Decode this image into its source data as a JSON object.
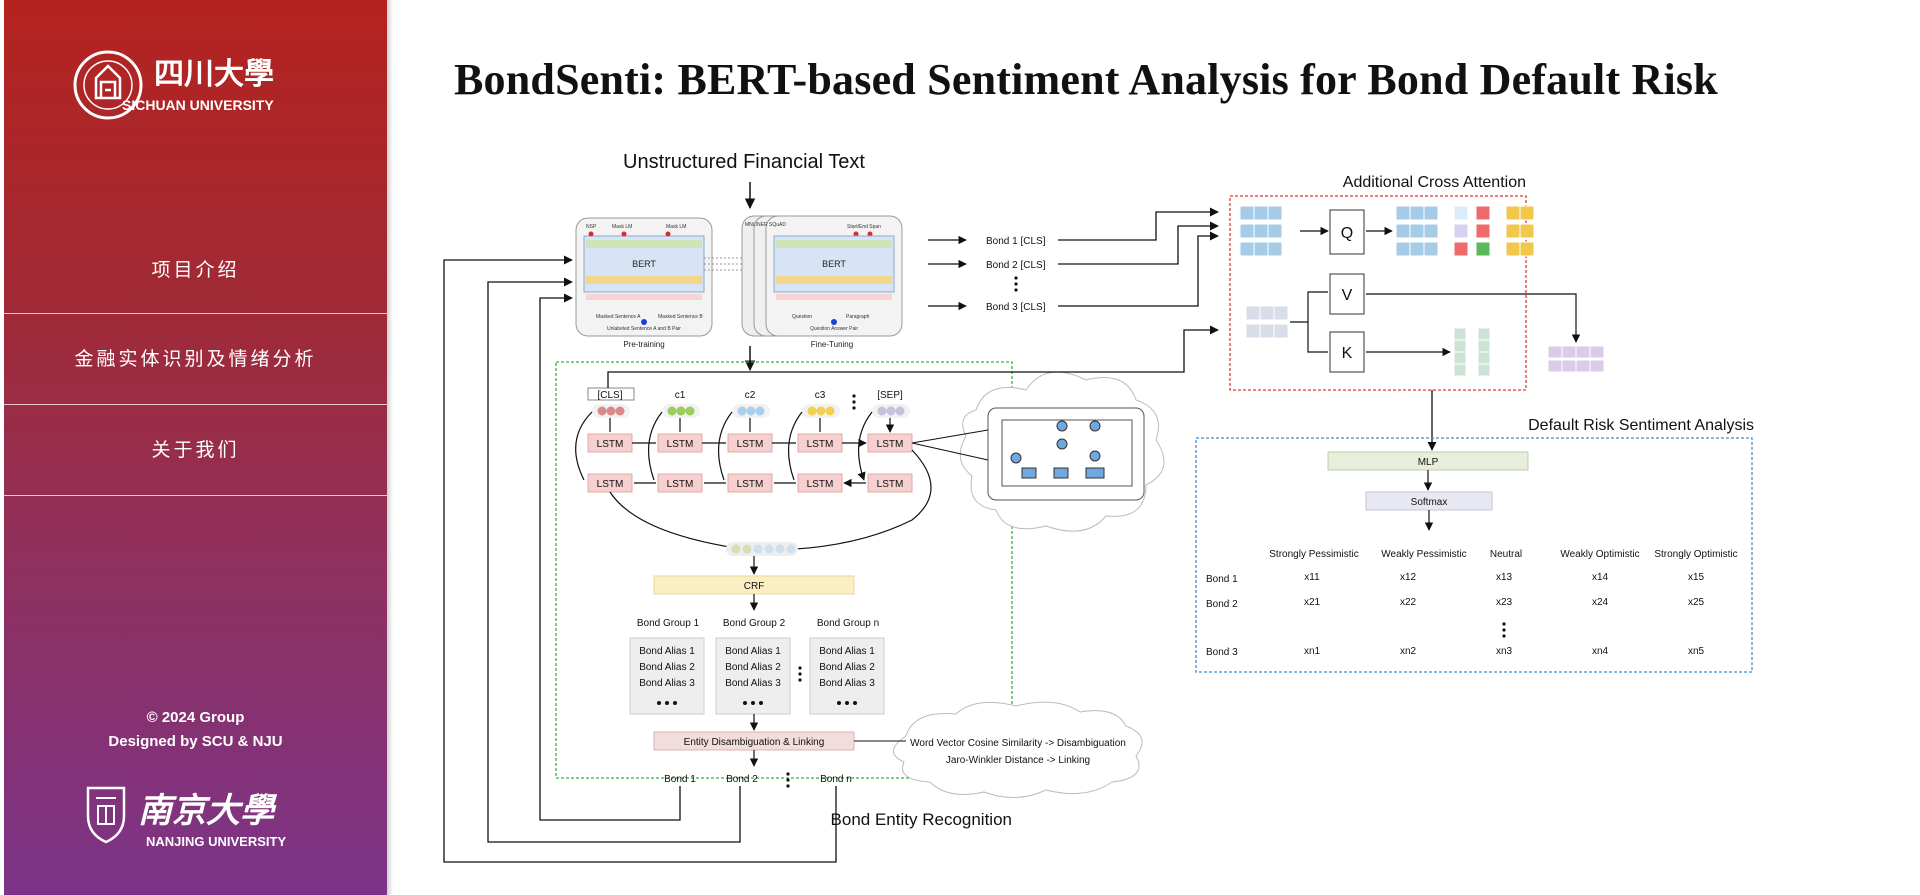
{
  "sidebar": {
    "university_top": {
      "name_cn": "四川大學",
      "name_en": "SICHUAN UNIVERSITY"
    },
    "nav": [
      {
        "label": "项目介绍"
      },
      {
        "label": "金融实体识别及情绪分析"
      },
      {
        "label": "关于我们"
      }
    ],
    "footer": {
      "copyright": "© 2024 Group",
      "designed": "Designed by SCU & NJU"
    },
    "university_bottom": {
      "name_cn": "南京大學",
      "name_en": "NANJING UNIVERSITY"
    }
  },
  "page": {
    "title": "BondSenti: BERT-based Sentiment Analysis for Bond Default Risk"
  },
  "diagram": {
    "input_label": "Unstructured Financial Text",
    "bert": {
      "pretraining_caption": "Pre-training",
      "finetuning_caption": "Fine-Tuning",
      "model_label": "BERT",
      "pre_heads": [
        "NSP",
        "Mask LM",
        "Mask LM"
      ],
      "fine_tabs": [
        "MNLI",
        "NER",
        "SQuAD"
      ],
      "fine_head": "Start/End Span",
      "pre_bottom": [
        "Masked Sentence A",
        "Masked Sentence B",
        "Unlabeled Sentence A and B Pair"
      ],
      "fine_bottom": [
        "Question",
        "Paragraph",
        "Question Answer Pair"
      ]
    },
    "bond_cls": [
      "Bond 1 [CLS]",
      "Bond 2 [CLS]",
      "Bond 3 [CLS]"
    ],
    "cross_attention": {
      "title": "Additional Cross Attention",
      "q": "Q",
      "v": "V",
      "k": "K"
    },
    "sentiment": {
      "title": "Default Risk Sentiment Analysis",
      "mlp": "MLP",
      "softmax": "Softmax",
      "columns": [
        "Strongly Pessimistic",
        "Weakly Pessimistic",
        "Neutral",
        "Weakly Optimistic",
        "Strongly Optimistic"
      ],
      "rows": [
        {
          "label": "Bond 1",
          "cells": [
            "x11",
            "x12",
            "x13",
            "x14",
            "x15"
          ]
        },
        {
          "label": "Bond 2",
          "cells": [
            "x21",
            "x22",
            "x23",
            "x24",
            "x25"
          ]
        },
        {
          "label": "Bond 3",
          "cells": [
            "xn1",
            "xn2",
            "xn3",
            "xn4",
            "xn5"
          ]
        }
      ]
    },
    "ner": {
      "title": "Bond Entity Recognition",
      "tokens": [
        "[CLS]",
        "c1",
        "c2",
        "c3",
        "[SEP]"
      ],
      "lstm_label": "LSTM",
      "crf": "CRF",
      "groups": [
        {
          "name": "Bond Group 1",
          "aliases": [
            "Bond Alias 1",
            "Bond Alias 2",
            "Bond Alias 3"
          ]
        },
        {
          "name": "Bond Group 2",
          "aliases": [
            "Bond Alias 1",
            "Bond Alias 2",
            "Bond Alias 3"
          ]
        },
        {
          "name": "Bond Group n",
          "aliases": [
            "Bond Alias 1",
            "Bond Alias 2",
            "Bond Alias 3"
          ]
        }
      ],
      "linking": "Entity Disambiguation & Linking",
      "cloud_lines": [
        "Word Vector Cosine Similarity -> Disambiguation",
        "Jaro-Winkler Distance -> Linking"
      ],
      "outputs": [
        "Bond 1",
        "Bond 2",
        "Bond n"
      ]
    },
    "colors": {
      "cross_border": "#e53935",
      "sentiment_border": "#3a8fd8",
      "ner_border": "#3cb043",
      "lstm_fill": "#f6cfcf",
      "crf_fill": "#fbeec2"
    }
  }
}
